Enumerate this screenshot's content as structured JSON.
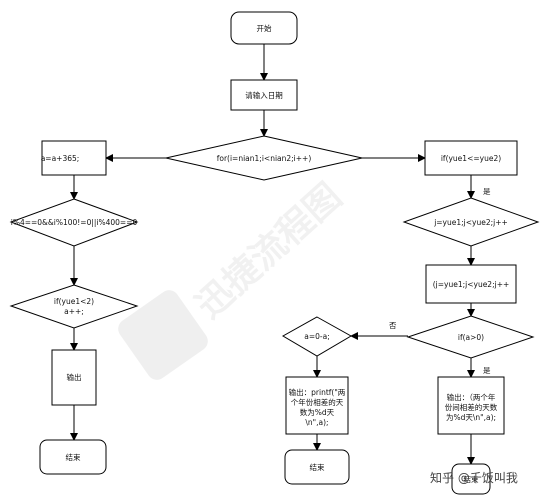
{
  "nodes": {
    "start": "开始",
    "input_date": "请输入日期",
    "for_loop": "for(i=nian1;i<nian2;i++)",
    "add_365": "a=a+365;",
    "leap_check": "i%4==0&&i%100!=0||i%400==0",
    "yue_check_left_line1": "if(yue1<2)",
    "yue_check_left_line2": "a++;",
    "output_left": "输出",
    "end_left": "结束",
    "yue_compare": "if(yue1<=yue2)",
    "j_loop_diamond": "j=yue1;j<yue2;j++",
    "j_loop_box": "(j=yue1;j<yue2;j++",
    "a_positive": "if(a>0)",
    "a_negate": "a=0-a;",
    "printf_left_lines": [
      "输出：printf(\"两",
      "个年份相差的天",
      "数为%d天",
      "\\n\",a);"
    ],
    "printf_right_lines": [
      "输出：（两个年",
      "份间相差的天数",
      "为%d天\\n\",a);"
    ],
    "end_right": "结束",
    "end_bottom_right": "结束"
  },
  "edge_labels": {
    "yes_1": "是",
    "no": "否",
    "yes_2": "是"
  },
  "watermark": {
    "text": "迅捷流程图"
  },
  "corner_mark": "知乎 @千饭叫我"
}
